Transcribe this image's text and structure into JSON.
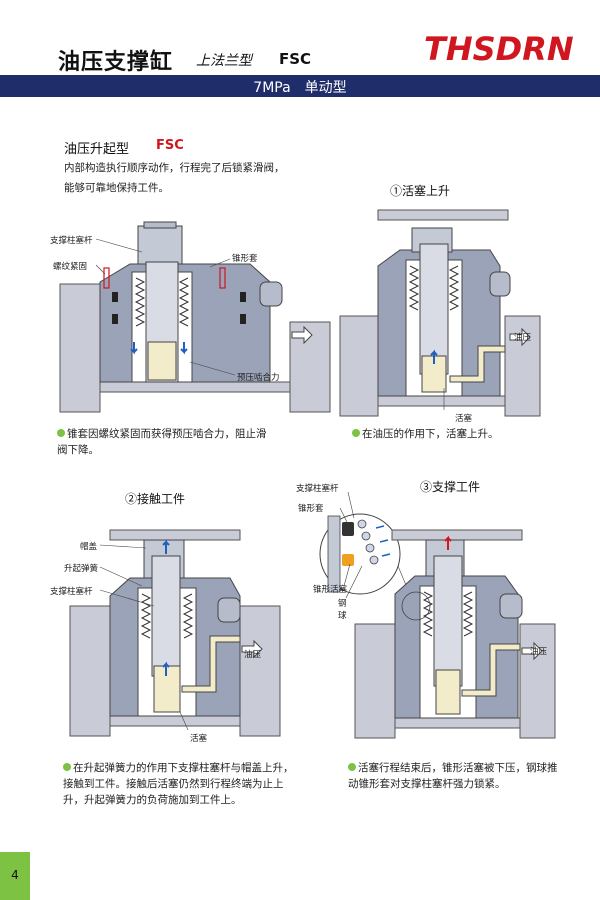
{
  "header": {
    "title": "油压支撑缸",
    "subtitle": "上法兰型",
    "model": "FSC",
    "brand": "THSDRN",
    "bar_text": "7MPa　单动型"
  },
  "section": {
    "title": "油压升起型",
    "model": "FSC",
    "description": "内部构造执行顺序动作，行程完了后锁紧滑阀，能够可靠地保持工件。"
  },
  "panels": {
    "structure": {
      "labels": [
        "支撑柱塞杆",
        "螺纹紧固",
        "锥形套",
        "预压啮合力"
      ],
      "caption": "锥套因螺纹紧固而获得预压啮合力，阻止滑阀下降。"
    },
    "step1": {
      "title": "①活塞上升",
      "labels": [
        "油压",
        "活塞"
      ],
      "caption": "在油压的作用下，活塞上升。"
    },
    "step2": {
      "title": "②接触工件",
      "labels": [
        "帽盖",
        "升起弹簧",
        "支撑柱塞杆",
        "油压",
        "活塞"
      ],
      "caption": "在升起弹簧力的作用下支撑柱塞杆与帽盖上升，接触到工件。接触后活塞仍然到行程终端为止上升，升起弹簧力的负荷施加到工件上。"
    },
    "step3": {
      "title": "③支撑工件",
      "labels": [
        "支撑柱塞杆",
        "锥形套",
        "锥形活塞",
        "钢",
        "球",
        "油压"
      ],
      "caption": "活塞行程结束后，锥形活塞被下压，钢球推动锥形套对支撑柱塞杆强力锁紧。"
    }
  },
  "footer": {
    "page": "4"
  },
  "colors": {
    "brand_red": "#d0161f",
    "header_bar": "#1f2d6b",
    "accent_green": "#7dc242",
    "oil": "#f2eccb",
    "metal": "#9aa3b8"
  }
}
